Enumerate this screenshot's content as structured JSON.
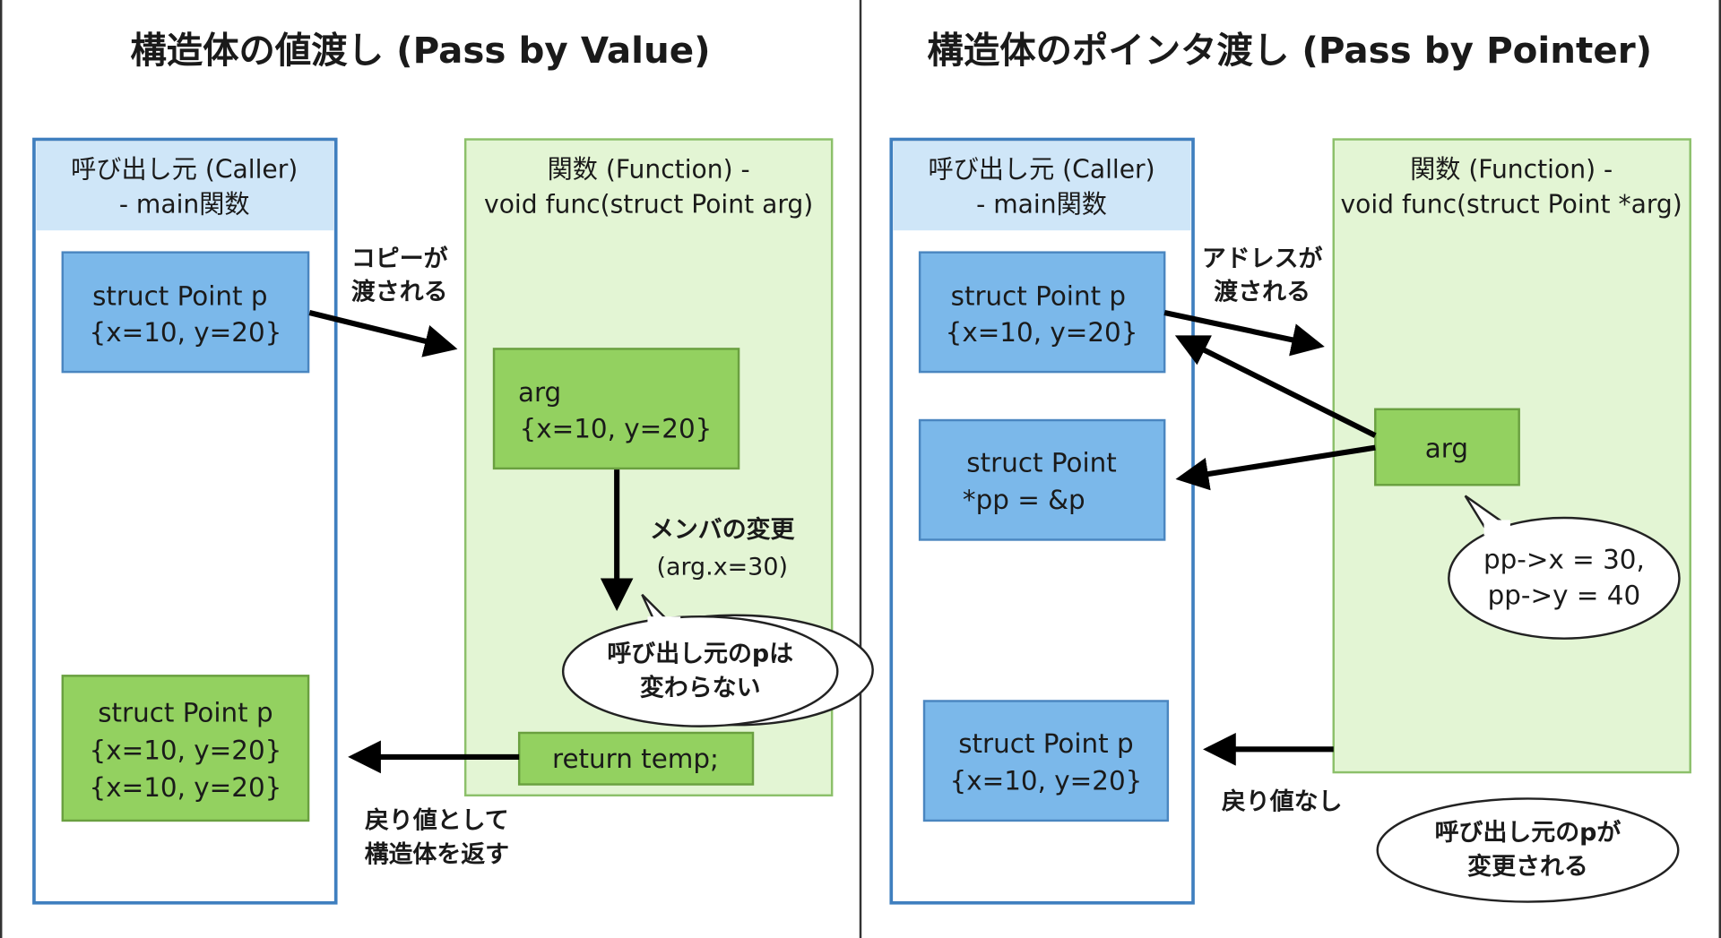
{
  "colors": {
    "caller_border": "#3f7fbf",
    "caller_header": "#cfe6f8",
    "func_fill": "#e3f5d4",
    "func_border": "#8cc06a",
    "blue_box": "#7bb8ea",
    "green_box": "#93d160",
    "arrow": "#000000"
  },
  "left": {
    "title": "構造体の値渡し (Pass by Value)",
    "caller_header": [
      "呼び出し元 (Caller)",
      "- main関数"
    ],
    "function_header": [
      "関数 (Function) -",
      "void func(struct Point arg)"
    ],
    "p_box": [
      "struct Point p",
      "{x=10, y=20}"
    ],
    "arg_box": [
      "arg",
      "{x=10, y=20}"
    ],
    "copy_label": [
      "コピーが",
      "渡される"
    ],
    "member_label": [
      "メンバの変更",
      "(arg.x=30)"
    ],
    "bubble": [
      "呼び出し元のpは",
      "変わらない"
    ],
    "return_box": "return temp;",
    "result_box": [
      "struct Point p",
      "{x=10, y=20}",
      "{x=10, y=20}"
    ],
    "return_label": [
      "戻り値として",
      "構造体を返す"
    ]
  },
  "right": {
    "title": "構造体のポインタ渡し (Pass by Pointer)",
    "caller_header": [
      "呼び出し元 (Caller)",
      "- main関数"
    ],
    "function_header": [
      "関数 (Function) -",
      "void func(struct Point *arg)"
    ],
    "p_box": [
      "struct Point p",
      "{x=10, y=20}"
    ],
    "pp_box": [
      "struct Point",
      "*pp = &p"
    ],
    "result_box": [
      "struct Point p",
      "{x=10, y=20}"
    ],
    "arg_box": "arg",
    "address_label": [
      "アドレスが",
      "渡される"
    ],
    "bubble": [
      "pp->x = 30,",
      "pp->y = 40"
    ],
    "no_return_label": "戻り値なし",
    "bottom_bubble": [
      "呼び出し元のpが",
      "変更される"
    ]
  }
}
